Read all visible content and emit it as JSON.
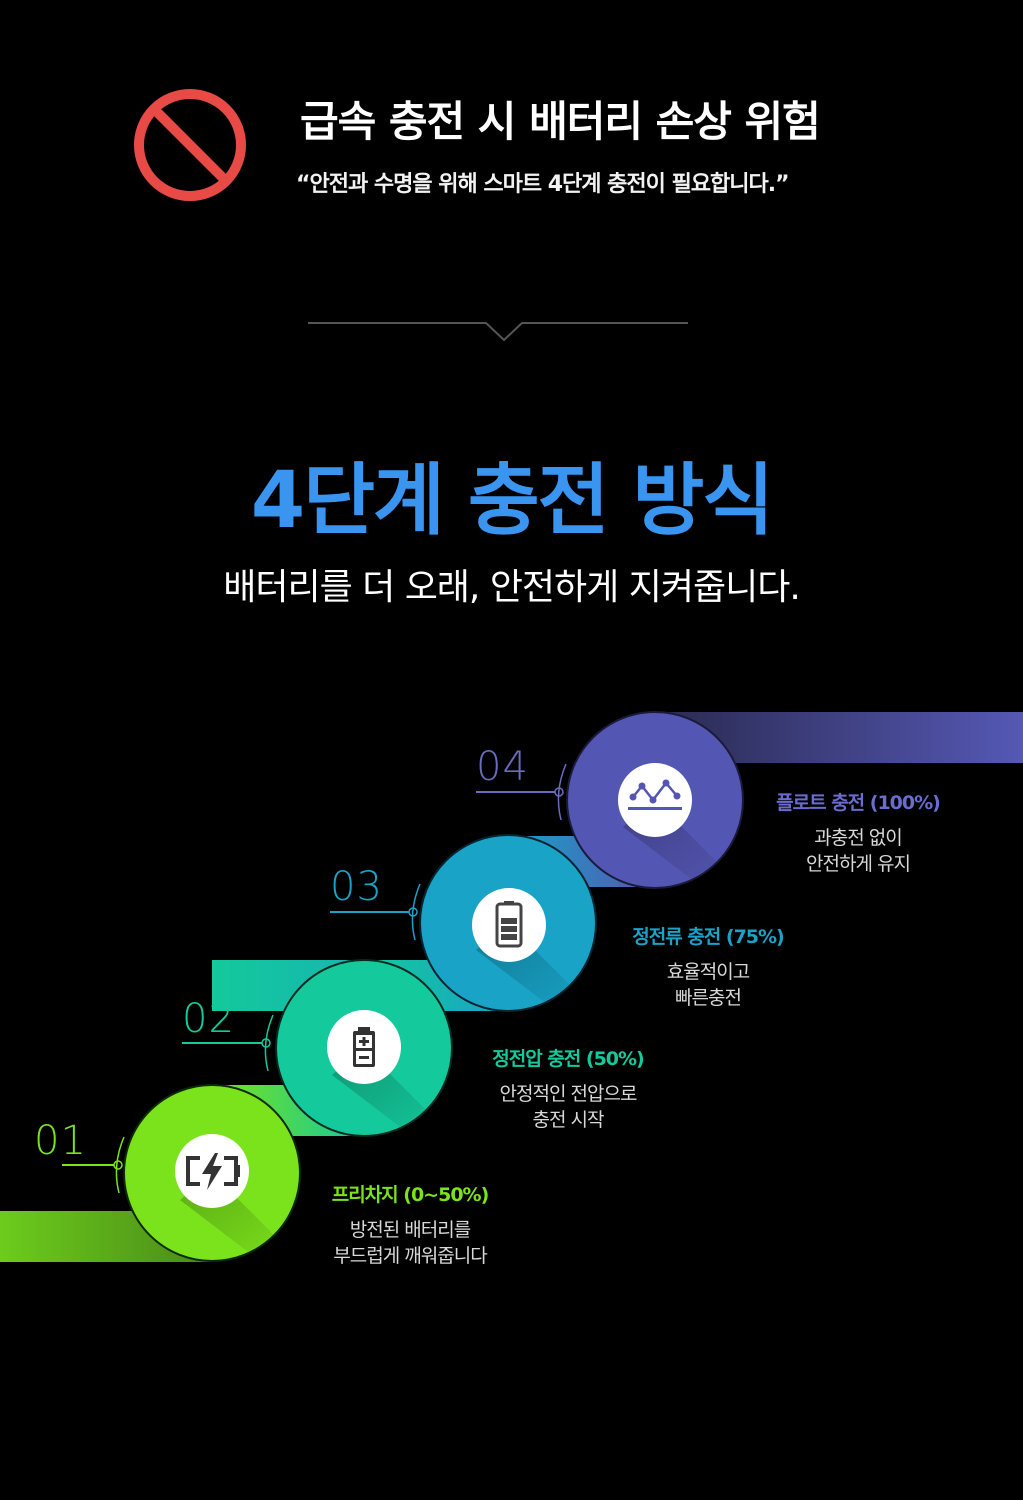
{
  "header": {
    "warning_icon": "prohibited-icon",
    "title": "급속 충전 시 배터리 손상 위험",
    "subtitle": "“안전과 수명을 위해 스마트 4단계 충전이 필요합니다.”"
  },
  "section": {
    "title": "4단계 충전 방식",
    "subtitle": "배터리를 더 오래, 안전하게 지켜줍니다."
  },
  "steps": [
    {
      "number": "01",
      "icon": "battery-charging-bolt-icon",
      "title": "프리차지 (0~50%)",
      "desc_line1": "방전된 배터리를",
      "desc_line2": "부드럽게 깨워줍니다",
      "color": "#7be31b"
    },
    {
      "number": "02",
      "icon": "battery-plus-minus-icon",
      "title": "정전압 충전 (50%)",
      "desc_line1": "안정적인 전압으로",
      "desc_line2": "충전 시작",
      "color": "#14c99b"
    },
    {
      "number": "03",
      "icon": "battery-level-icon",
      "title": "정전류 충전 (75%)",
      "desc_line1": "효율적이고",
      "desc_line2": "빠른충전",
      "color": "#18a3c7"
    },
    {
      "number": "04",
      "icon": "float-wave-icon",
      "title": "플로트 충전 (100%)",
      "desc_line1": "과충전 없이",
      "desc_line2": "안전하게 유지",
      "color": "#5456b3"
    }
  ],
  "colors": {
    "background": "#000000",
    "accent_blue": "#3a95f0",
    "warning_red": "#e84a45"
  }
}
